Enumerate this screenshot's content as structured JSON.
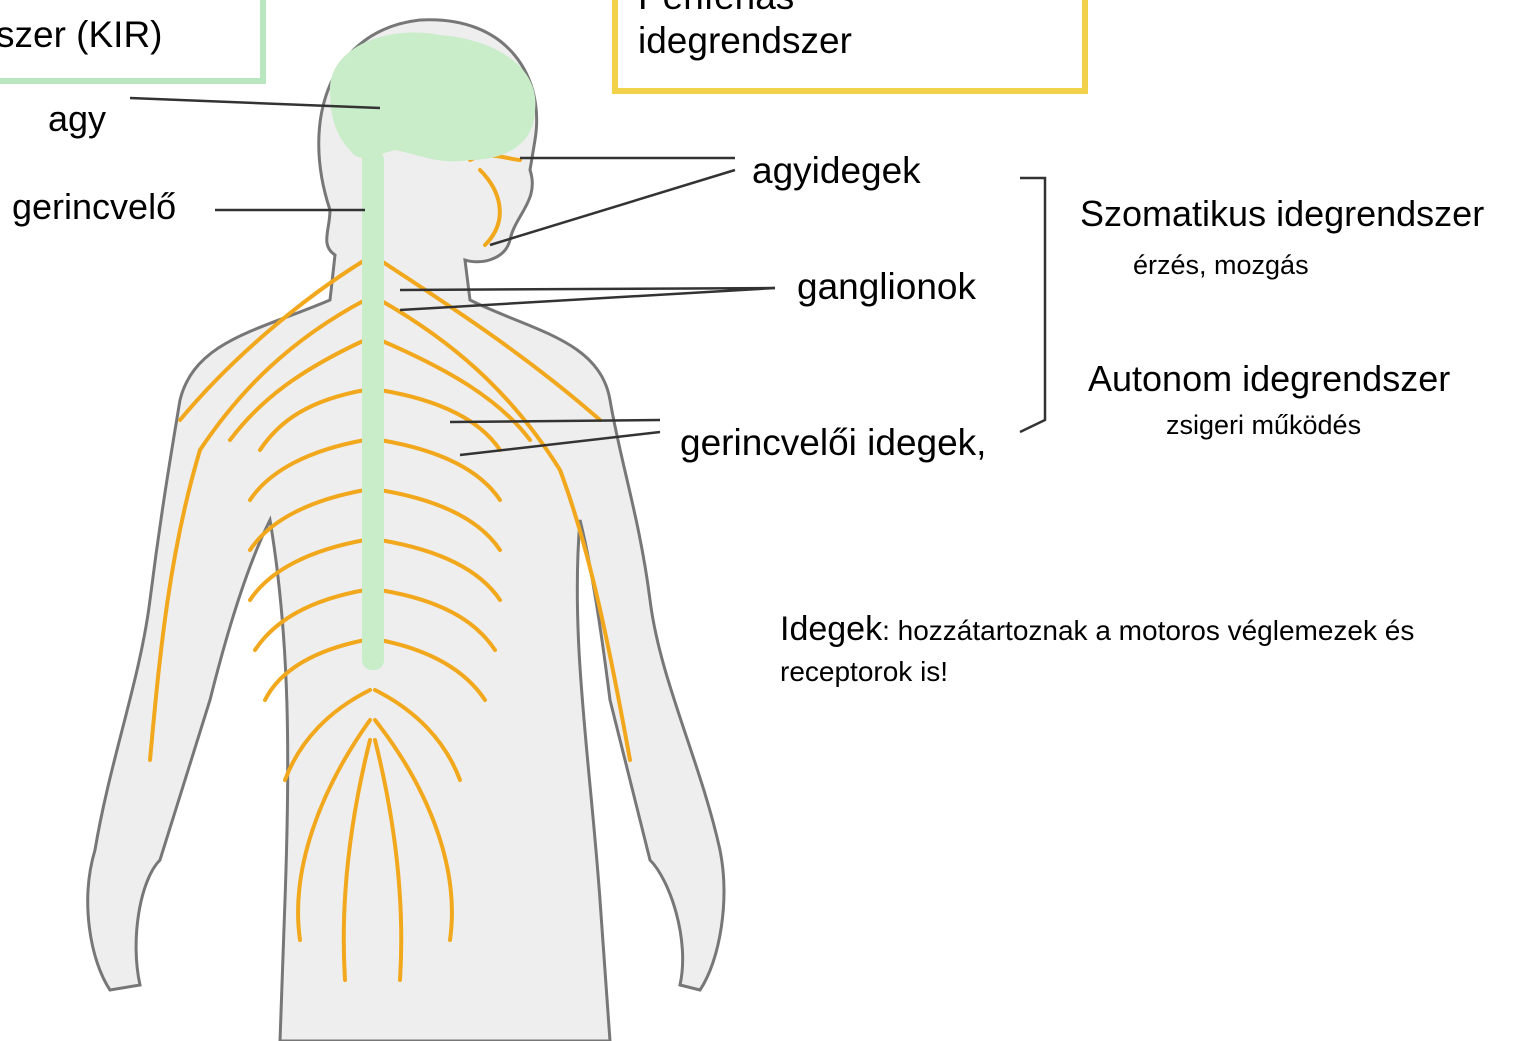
{
  "boxes": {
    "central": "szer (KIR)",
    "peripheral_line1": "Periferiás",
    "peripheral_line2": "idegrendszer"
  },
  "labels": {
    "brain": "agy",
    "spinal_cord": "gerincvelő",
    "cranial_nerves": "agyidegek",
    "ganglia": "ganglionok",
    "spinal_nerves": "gerincvelői idegek,"
  },
  "classification": {
    "somatic_title": "Szomatikus idegrendszer",
    "somatic_desc": "érzés, mozgás",
    "autonomic_title": "Autonom idegrendszer",
    "autonomic_desc": "zsigeri működés"
  },
  "note": {
    "term": "Idegek",
    "text_line1": ": hozzátartoznak a motoros véglemezek és",
    "text_line2": "receptorok is!"
  },
  "colors": {
    "cns_fill": "#c9ecc9",
    "nerve": "#f2a81d",
    "body_fill": "#eeeeee",
    "body_outline": "#777777",
    "kir_border": "#b9e8c0",
    "per_border": "#f2d24a"
  }
}
